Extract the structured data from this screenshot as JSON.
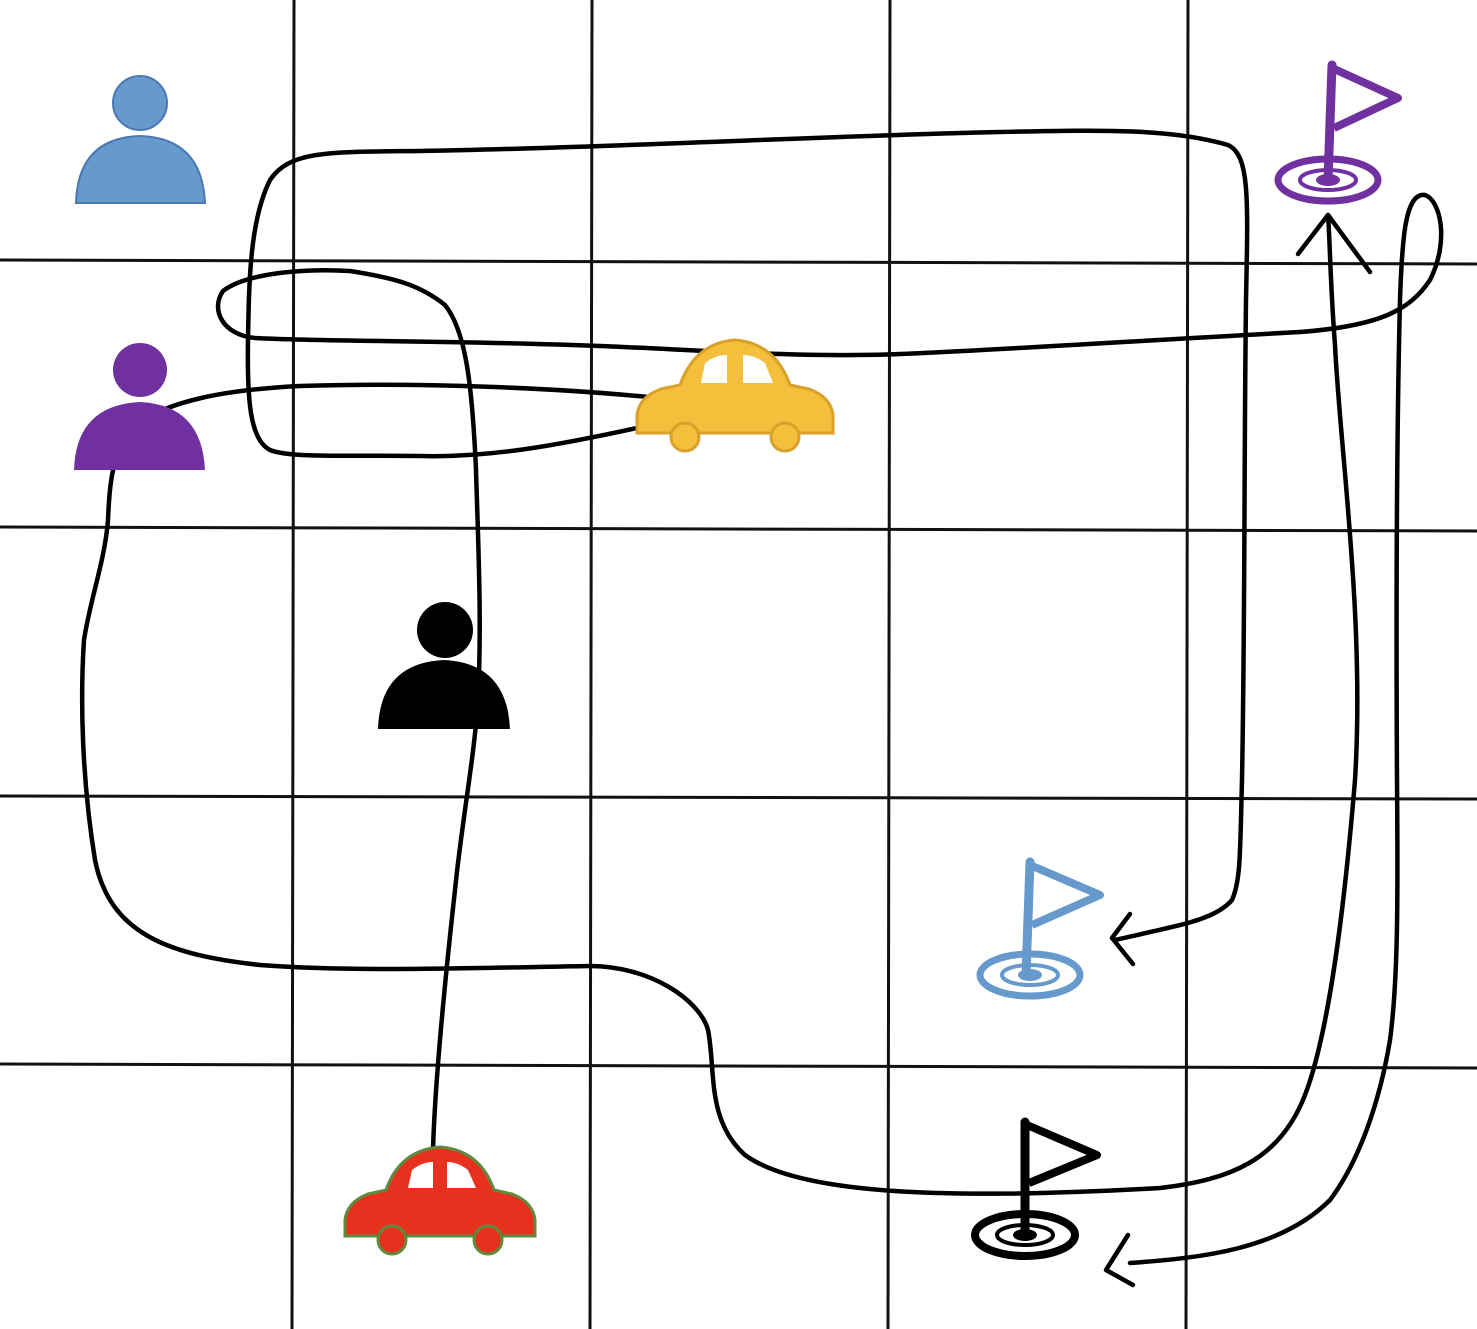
{
  "grid": {
    "rows": 5,
    "cols": 5,
    "line_color": "#111111"
  },
  "pieces": {
    "people": [
      {
        "name": "blue-person",
        "color": "#6699cc",
        "row": 1,
        "col": 1
      },
      {
        "name": "purple-person",
        "color": "#7030a0",
        "row": 2,
        "col": 1
      },
      {
        "name": "black-person",
        "color": "#000000",
        "row": 3,
        "col": 2
      }
    ],
    "cars": [
      {
        "name": "yellow-car",
        "color": "#f4bf3a",
        "outline": "#d9a02a",
        "row": 2,
        "col": 3
      },
      {
        "name": "red-car",
        "color": "#e8301e",
        "outline": "#5f8a3c",
        "row": 5,
        "col": 2
      }
    ],
    "flags": [
      {
        "name": "purple-flag",
        "color": "#7030a0",
        "row": 1,
        "col": 5
      },
      {
        "name": "blue-flag",
        "color": "#6699cc",
        "row": 4,
        "col": 4
      },
      {
        "name": "black-flag",
        "color": "#000000",
        "row": 5,
        "col": 4
      }
    ]
  },
  "routes": [
    {
      "name": "yellow-car-route",
      "from": "yellow-car",
      "via": "purple-person",
      "to": "black-flag"
    },
    {
      "name": "yellow-car-route-2",
      "from": "yellow-car",
      "via": "",
      "to": "blue-flag"
    },
    {
      "name": "red-car-route",
      "from": "red-car",
      "via": "black-person",
      "to": "purple-flag"
    }
  ]
}
